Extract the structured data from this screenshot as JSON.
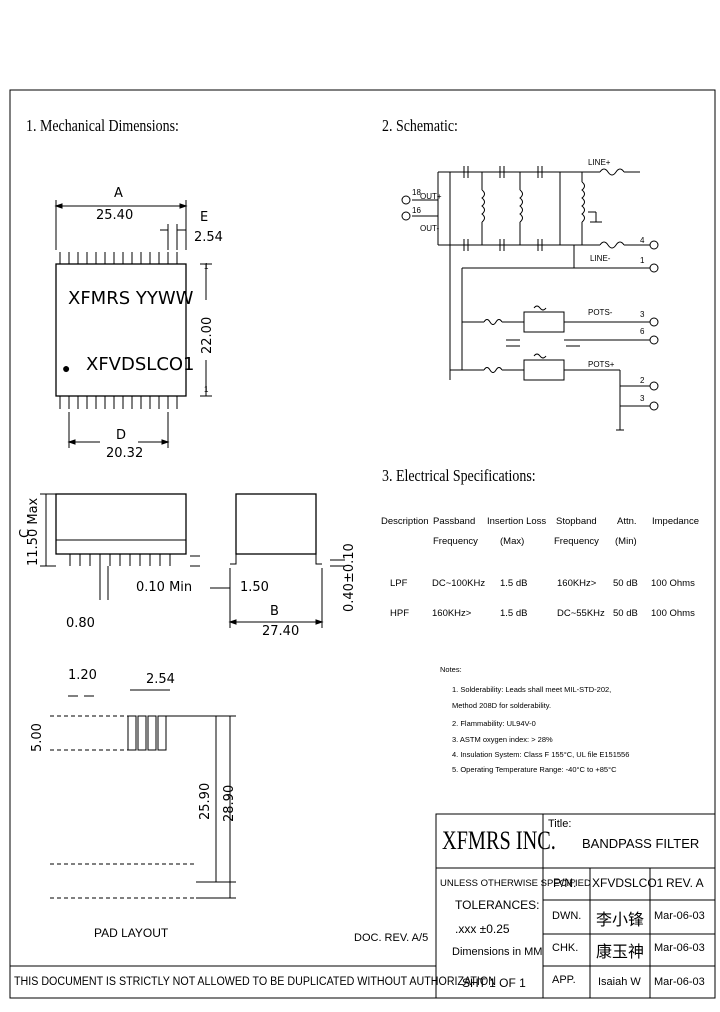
{
  "sections": {
    "mech": "1. Mechanical Dimensions:",
    "schem": "2. Schematic:",
    "elec": "3. Electrical Specifications:"
  },
  "mechanical": {
    "dim_a_letter": "A",
    "dim_a": "25.40",
    "dim_e_letter": "E",
    "dim_e": "2.54",
    "dim_height": "22.00",
    "dim_d_letter": "D",
    "dim_d": "20.32",
    "marking_line1": "XFMRS  YYWW",
    "marking_line2": "XFVDSLCO1",
    "pin_1_top": "1",
    "pin_1_bottom": "1",
    "dim_c_letter": "C",
    "dim_c": "11.50 Max",
    "dim_010": "0.10 Min",
    "dim_080": "0.80",
    "dim_150": "1.50",
    "dim_b_letter": "B",
    "dim_b": "27.40",
    "dim_040": "0.40±0.10"
  },
  "pad_layout": {
    "dim_120": "1.20",
    "dim_254": "2.54",
    "dim_500": "5.00",
    "dim_2590": "25.90",
    "dim_2890": "28.90",
    "label": "PAD LAYOUT"
  },
  "schematic": {
    "pin_18": "18",
    "out_plus": "OUT+",
    "pin_16": "16",
    "out_minus": "OUT-",
    "line_plus": "LINE+",
    "line_minus": "LINE-",
    "pin_4": "4",
    "pin_1": "1",
    "pots_minus": "POTS-",
    "pin_3": "3",
    "pin_6": "6",
    "pots_plus": "POTS+",
    "pin_2": "2",
    "pin_3b": "3"
  },
  "spec_table": {
    "headers": [
      [
        "Description",
        ""
      ],
      [
        "Passband",
        "Frequency"
      ],
      [
        "Insertion Loss",
        "(Max)"
      ],
      [
        "Stopband",
        "Frequency"
      ],
      [
        "Attn.",
        "(Min)"
      ],
      [
        "Impedance",
        ""
      ]
    ],
    "rows": [
      [
        "LPF",
        "DC~100KHz",
        "1.5 dB",
        "160KHz>",
        "50 dB",
        "100 Ohms"
      ],
      [
        "HPF",
        "160KHz>",
        "1.5 dB",
        "DC~55KHz",
        "50 dB",
        "100 Ohms"
      ]
    ]
  },
  "notes": {
    "title": "Notes:",
    "items": [
      "1. Solderability: Leads shall meet MIL-STD-202,",
      "    Method 208D for solderability.",
      "2. Flammability: UL94V-0",
      "3. ASTM oxygen index: > 28%",
      "4. Insulation System: Class F 155°C, UL file E151556",
      "5. Operating Temperature Range: -40°C to +85°C"
    ]
  },
  "title_block": {
    "company": "XFMRS INC.",
    "title_label": "Title:",
    "title": "BANDPASS FILTER",
    "unless": "UNLESS OTHERWISE SPECIFIED",
    "tolerances": "TOLERANCES:",
    "tol_value": ".xxx ±0.25",
    "dims_in": "Dimensions in MM",
    "pn_label": "P/N:",
    "pn": "XFVDSLCO1",
    "rev": "REV. A",
    "dwn_label": "DWN.",
    "dwn_sig": "李小锋",
    "dwn_date": "Mar-06-03",
    "chk_label": "CHK.",
    "chk_sig": "康玉神",
    "chk_date": "Mar-06-03",
    "app_label": "APP.",
    "app_name": "Isaiah W",
    "app_date": "Mar-06-03",
    "sheet": "SHT 1 OF 1",
    "doc_rev": "DOC. REV. A/5",
    "disclaimer": "THIS DOCUMENT IS STRICTLY NOT ALLOWED TO BE DUPLICATED WITHOUT AUTHORIZATION"
  }
}
